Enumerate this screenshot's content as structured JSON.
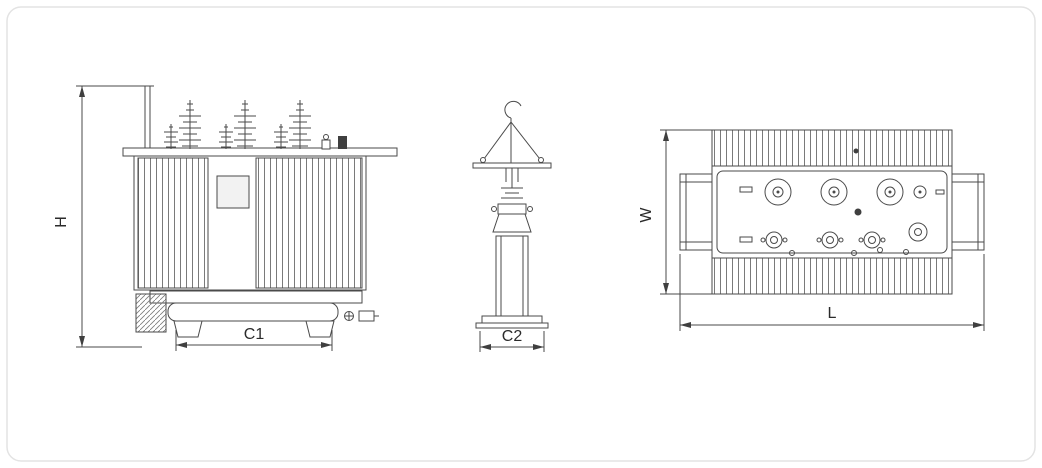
{
  "labels": {
    "h": "H",
    "c1": "C1",
    "c2": "C2",
    "w": "W",
    "l": "L"
  },
  "colors": {
    "line": "#4a4a4a",
    "frame": "#e3e3e3",
    "background": "#ffffff"
  }
}
